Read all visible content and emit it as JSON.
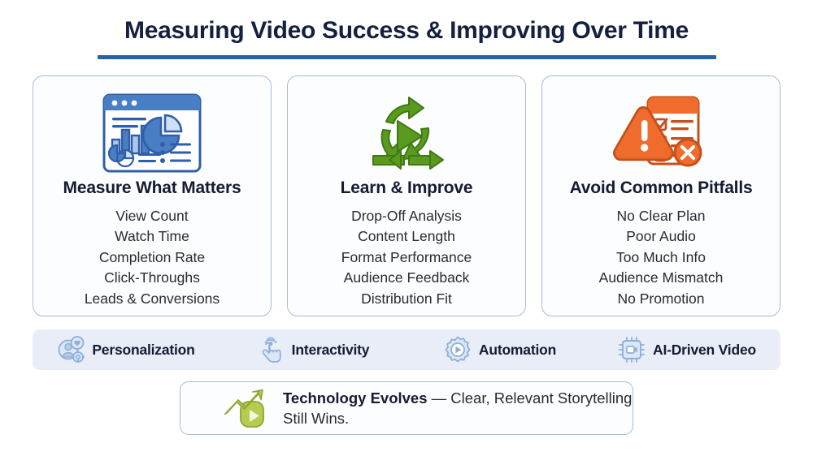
{
  "header": {
    "title": "Measuring Video Success & Improving Over Time",
    "accent_color": "#2563a8"
  },
  "cards": [
    {
      "icon": "analytics-dashboard-icon",
      "title": "Measure What Matters",
      "items": [
        "View Count",
        "Watch Time",
        "Completion Rate",
        "Click-Throughs",
        "Leads & Conversions"
      ],
      "icon_color": "#4a7ec4"
    },
    {
      "icon": "recycle-loop-play-icon",
      "title": "Learn & Improve",
      "items": [
        "Drop-Off Analysis",
        "Content Length",
        "Format Performance",
        "Audience Feedback",
        "Distribution Fit"
      ],
      "icon_color": "#5a9a1e"
    },
    {
      "icon": "warning-checklist-icon",
      "title": "Avoid Common Pitfalls",
      "items": [
        "No Clear Plan",
        "Poor Audio",
        "Too Much Info",
        "Audience Mismatch",
        "No Promotion"
      ],
      "icon_color": "#ef6c2d"
    }
  ],
  "strip": {
    "background_color": "#e8edf7",
    "items": [
      {
        "icon": "person-heart-gear-icon",
        "label": "Personalization"
      },
      {
        "icon": "tap-hand-icon",
        "label": "Interactivity"
      },
      {
        "icon": "gear-play-icon",
        "label": "Automation"
      },
      {
        "icon": "cpu-chip-video-icon",
        "label": "AI-Driven Video"
      }
    ]
  },
  "callout": {
    "icon": "growth-arrow-play-icon",
    "icon_color": "#b5cc4e",
    "text_bold": "Technology Evolves",
    "text_rest": " — Clear, Relevant Storytelling Still Wins."
  }
}
